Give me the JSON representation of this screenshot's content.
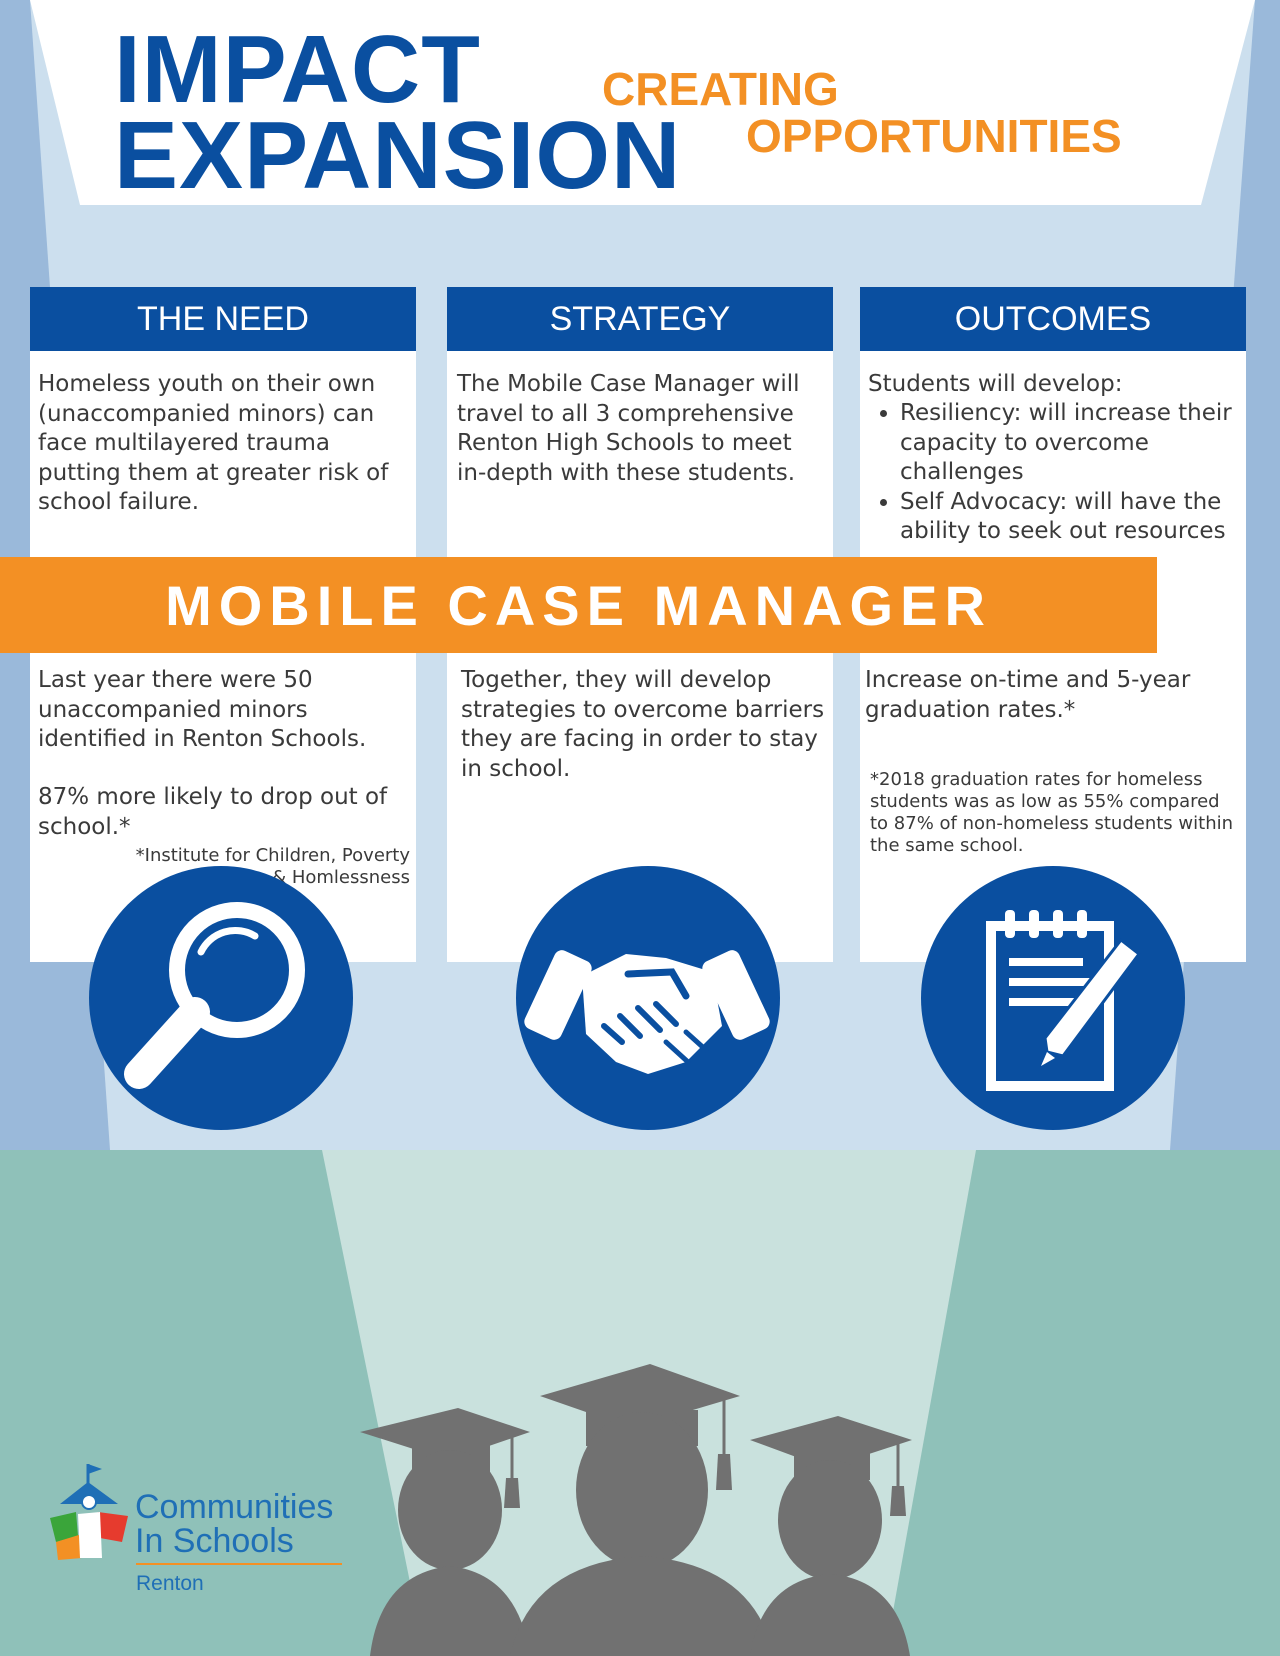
{
  "header": {
    "title_line1": "IMPACT",
    "title_line2": "EXPANSION",
    "subtitle_line1": "CREATING",
    "subtitle_line2": "OPPORTUNITIES"
  },
  "columns": {
    "need": {
      "heading": "THE NEED",
      "text_top": "Homeless youth on their own (unaccompanied minors) can face multilayered trauma putting them at greater risk of school failure.",
      "text_bottom_1": "Last year there were 50 unaccompanied minors identified in Renton Schools.",
      "text_bottom_2": "87% more likely to drop out of school.*",
      "source": "*Institute for Children, Poverty & Homlessness",
      "icon": "magnifying-glass-icon"
    },
    "strategy": {
      "heading": "STRATEGY",
      "text_top": "The Mobile Case Manager will travel to all 3 comprehensive Renton High Schools to meet in-depth with these students.",
      "text_bottom": "Together, they will develop strategies to overcome barriers they are facing in order to stay in school.",
      "icon": "handshake-icon"
    },
    "outcomes": {
      "heading": "OUTCOMES",
      "intro": "Students will develop:",
      "bullets": [
        "Resiliency: will increase their capacity to overcome challenges",
        "Self Advocacy: will have the ability to seek out resources"
      ],
      "text_bottom": "Increase on-time and 5-year graduation rates.*",
      "footnote": "*2018 graduation rates for homeless students was as low as 55% compared to 87% of non-homeless students within the same school.",
      "icon": "notepad-pencil-icon"
    }
  },
  "banner": {
    "label": "MOBILE CASE MANAGER"
  },
  "logo": {
    "line1": "Communities",
    "line2": "In Schools",
    "location": "Renton"
  },
  "colors": {
    "brand_blue": "#0a4fa0",
    "accent_orange": "#f39024",
    "sky_blue": "#9ab9da",
    "light_blue": "#ccdfee",
    "teal": "#8fc1b9",
    "spotlight_teal": "#c9e1dd",
    "silhouette_gray": "#717171"
  }
}
